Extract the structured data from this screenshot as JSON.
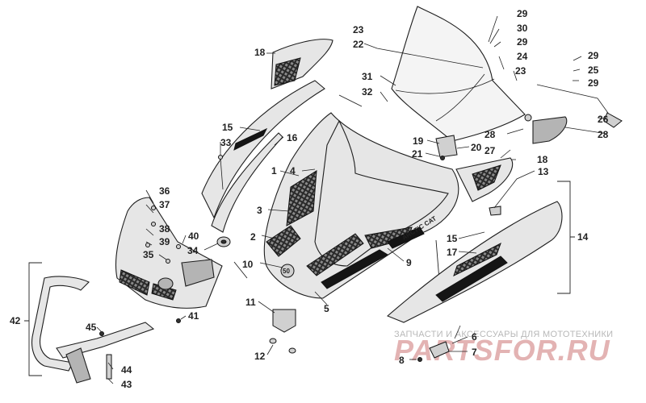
{
  "diagram": {
    "callouts": [
      {
        "id": "c1",
        "label": "1"
      },
      {
        "id": "c2",
        "label": "2"
      },
      {
        "id": "c3",
        "label": "3"
      },
      {
        "id": "c4",
        "label": "4"
      },
      {
        "id": "c5",
        "label": "5"
      },
      {
        "id": "c6",
        "label": "6"
      },
      {
        "id": "c7",
        "label": "7"
      },
      {
        "id": "c8",
        "label": "8"
      },
      {
        "id": "c9",
        "label": "9"
      },
      {
        "id": "c10",
        "label": "10"
      },
      {
        "id": "c11",
        "label": "11"
      },
      {
        "id": "c12",
        "label": "12"
      },
      {
        "id": "c13",
        "label": "13"
      },
      {
        "id": "c14",
        "label": "14"
      },
      {
        "id": "c15a",
        "label": "15"
      },
      {
        "id": "c15b",
        "label": "15"
      },
      {
        "id": "c16",
        "label": "16"
      },
      {
        "id": "c17",
        "label": "17"
      },
      {
        "id": "c18a",
        "label": "18"
      },
      {
        "id": "c18b",
        "label": "18"
      },
      {
        "id": "c19",
        "label": "19"
      },
      {
        "id": "c20",
        "label": "20"
      },
      {
        "id": "c21",
        "label": "21"
      },
      {
        "id": "c22",
        "label": "22"
      },
      {
        "id": "c23a",
        "label": "23"
      },
      {
        "id": "c23b",
        "label": "23"
      },
      {
        "id": "c24",
        "label": "24"
      },
      {
        "id": "c25",
        "label": "25"
      },
      {
        "id": "c26",
        "label": "26"
      },
      {
        "id": "c27",
        "label": "27"
      },
      {
        "id": "c28a",
        "label": "28"
      },
      {
        "id": "c28b",
        "label": "28"
      },
      {
        "id": "c29a",
        "label": "29"
      },
      {
        "id": "c29b",
        "label": "29"
      },
      {
        "id": "c29c",
        "label": "29"
      },
      {
        "id": "c29d",
        "label": "29"
      },
      {
        "id": "c30",
        "label": "30"
      },
      {
        "id": "c31",
        "label": "31"
      },
      {
        "id": "c32",
        "label": "32"
      },
      {
        "id": "c33",
        "label": "33"
      },
      {
        "id": "c34",
        "label": "34"
      },
      {
        "id": "c35",
        "label": "35"
      },
      {
        "id": "c36",
        "label": "36"
      },
      {
        "id": "c37",
        "label": "37"
      },
      {
        "id": "c38",
        "label": "38"
      },
      {
        "id": "c39",
        "label": "39"
      },
      {
        "id": "c40",
        "label": "40"
      },
      {
        "id": "c41",
        "label": "41"
      },
      {
        "id": "c42",
        "label": "42"
      },
      {
        "id": "c43",
        "label": "43"
      },
      {
        "id": "c44",
        "label": "44"
      },
      {
        "id": "c45",
        "label": "45"
      }
    ],
    "logo_text": "ARCTIC CAT",
    "emblem_text": "50"
  },
  "watermark": {
    "caption": "ЗАПЧАСТИ И АКСЕССУАРЫ ДЛЯ МОТОТЕХНИКИ",
    "brand": "PARTSFOR.RU"
  },
  "colors": {
    "line": "#1e1e1e",
    "fill": "#e6e6e6",
    "watermark_red": "#e3b3b3",
    "watermark_gray": "#b8b8b8"
  }
}
